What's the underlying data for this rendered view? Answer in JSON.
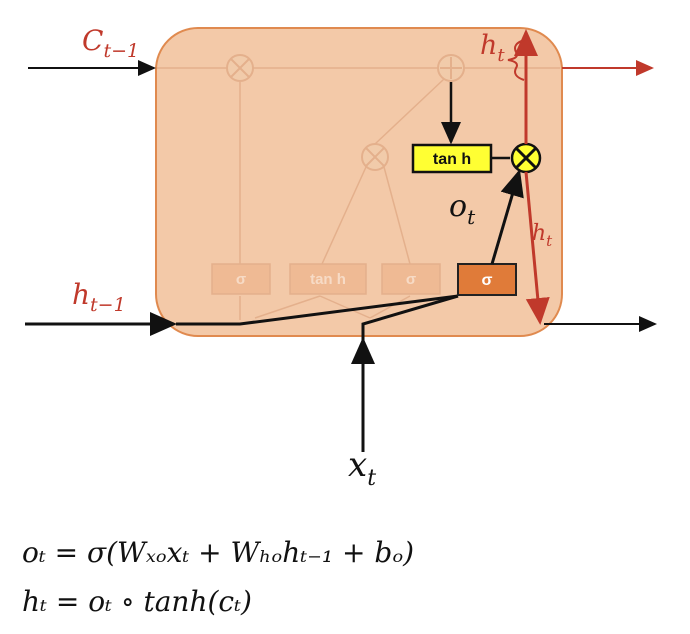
{
  "labels": {
    "c_prev": "C",
    "c_prev_sub": "t−1",
    "h_top": "h",
    "h_top_sub": "t",
    "h_right": "h",
    "h_right_sub": "t",
    "h_prev": "h",
    "h_prev_sub": "t−1",
    "o": "o",
    "o_sub": "t",
    "x": "x",
    "x_sub": "t"
  },
  "boxes": {
    "sigma_output": "σ",
    "tanh": "tan h",
    "faded_sigma_1": "σ",
    "faded_tanh": "tan h",
    "faded_sigma_2": "σ"
  },
  "equations": {
    "eq1": "oₜ = σ(Wₓₒxₜ + Wₕₒhₜ₋₁ + bₒ)",
    "eq2": "hₜ = oₜ ∘ tanh(cₜ)"
  },
  "colors": {
    "cell_fill": "#f3c9a8",
    "cell_border": "#e08a4f",
    "arrow_red": "#c0392b",
    "sigma_box": "#e07b39",
    "tanh_box": "#ffff33",
    "multiply_node": "#ffff33"
  }
}
